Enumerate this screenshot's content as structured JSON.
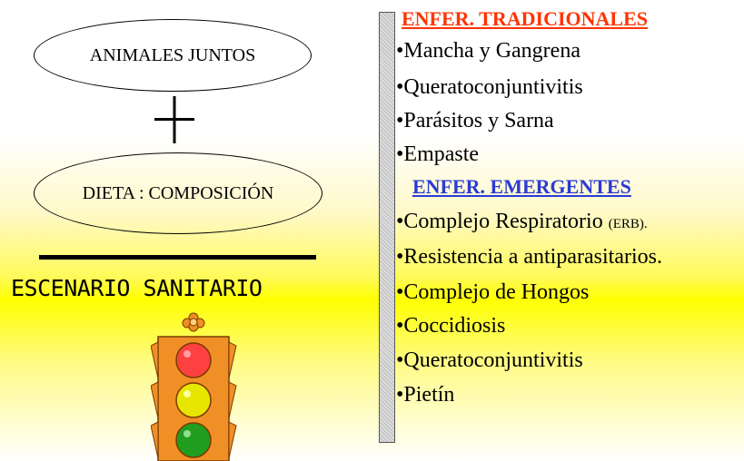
{
  "left": {
    "ellipse1": "ANIMALES JUNTOS",
    "plus": "+",
    "ellipse2": "DIETA : COMPOSICIÓN",
    "scenario": "ESCENARIO SANITARIO"
  },
  "traditional": {
    "heading": "ENFER. TRADICIONALES",
    "items": [
      "•Mancha y Gangrena",
      "•Queratoconjuntivitis",
      "•Parásitos y Sarna",
      "•Empaste"
    ]
  },
  "emerging": {
    "heading": "ENFER. EMERGENTES",
    "items": [
      "•Complejo Respiratorio",
      "•Resistencia a antiparasitarios.",
      "•Complejo de Hongos",
      "•Coccidiosis",
      "•Queratoconjuntivitis",
      "•Pietín"
    ],
    "first_item_note": "(ERB)."
  },
  "traffic_light_colors": {
    "housing": "#f08f26",
    "red": "#ff4040",
    "yellow": "#e6e600",
    "green": "#1f9e1f"
  }
}
